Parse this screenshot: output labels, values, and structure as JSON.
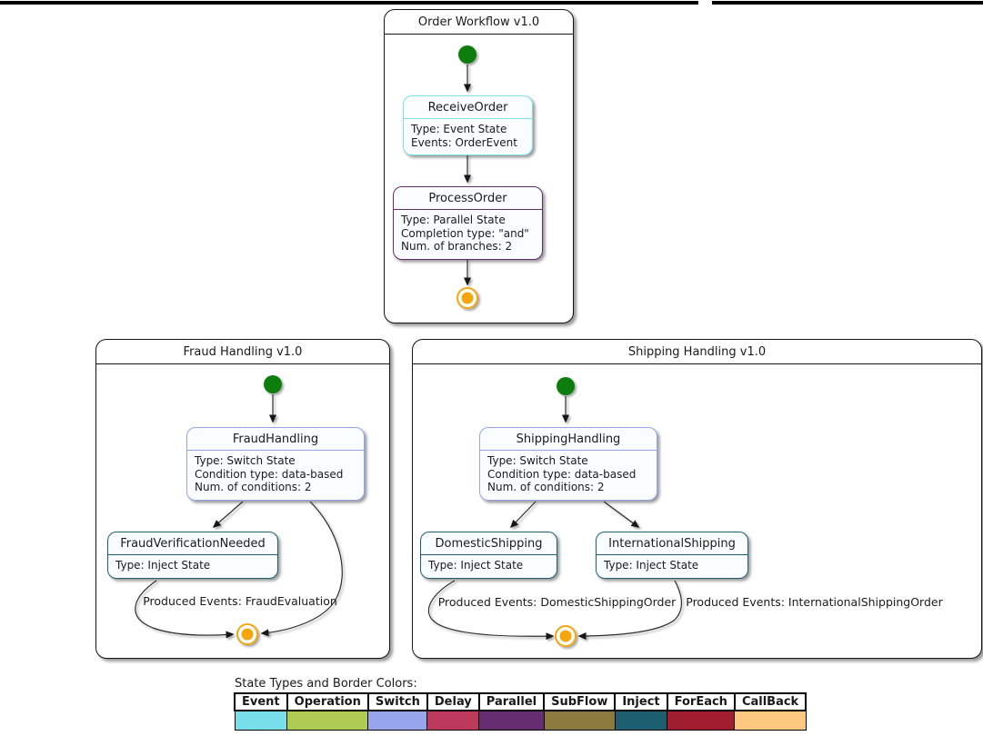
{
  "workflows": [
    {
      "title": "Order Workflow v1.0",
      "states": [
        {
          "name": "ReceiveOrder",
          "lines": [
            "Type: Event State",
            "Events: OrderEvent"
          ]
        },
        {
          "name": "ProcessOrder",
          "lines": [
            "Type: Parallel State",
            "Completion type: \"and\"",
            "Num. of branches: 2"
          ]
        }
      ],
      "edge_labels": []
    },
    {
      "title": "Fraud Handling v1.0",
      "states": [
        {
          "name": "FraudHandling",
          "lines": [
            "Type: Switch State",
            "Condition type: data-based",
            "Num. of conditions: 2"
          ]
        },
        {
          "name": "FraudVerificationNeeded",
          "lines": [
            "Type: Inject State"
          ]
        }
      ],
      "edge_labels": [
        "Produced Events: FraudEvaluation"
      ]
    },
    {
      "title": "Shipping Handling v1.0",
      "states": [
        {
          "name": "ShippingHandling",
          "lines": [
            "Type: Switch State",
            "Condition type: data-based",
            "Num. of conditions: 2"
          ]
        },
        {
          "name": "DomesticShipping",
          "lines": [
            "Type: Inject State"
          ]
        },
        {
          "name": "InternationalShipping",
          "lines": [
            "Type: Inject State"
          ]
        }
      ],
      "edge_labels": [
        "Produced Events: DomesticShippingOrder",
        "Produced Events: InternationalShippingOrder"
      ]
    }
  ],
  "legend": {
    "caption": "State Types and Border Colors:",
    "items": [
      {
        "label": "Event",
        "color": "#76DFE9"
      },
      {
        "label": "Operation",
        "color": "#AFCC52"
      },
      {
        "label": "Switch",
        "color": "#96A5EC"
      },
      {
        "label": "Delay",
        "color": "#BE3A5D"
      },
      {
        "label": "Parallel",
        "color": "#642D70"
      },
      {
        "label": "SubFlow",
        "color": "#8A7A3E"
      },
      {
        "label": "Inject",
        "color": "#1D5F71"
      },
      {
        "label": "ForEach",
        "color": "#A11E2E"
      },
      {
        "label": "CallBack",
        "color": "#FBC880"
      }
    ]
  },
  "colors": {
    "start_dot": "#0B7D0B",
    "end_dot": "#F5A50C",
    "event_border": "#7CE1EC",
    "parallel_border": "#642D70",
    "switch_border": "#96A5EC",
    "inject_border": "#1D5F71",
    "edge": "#2e2e2e"
  }
}
